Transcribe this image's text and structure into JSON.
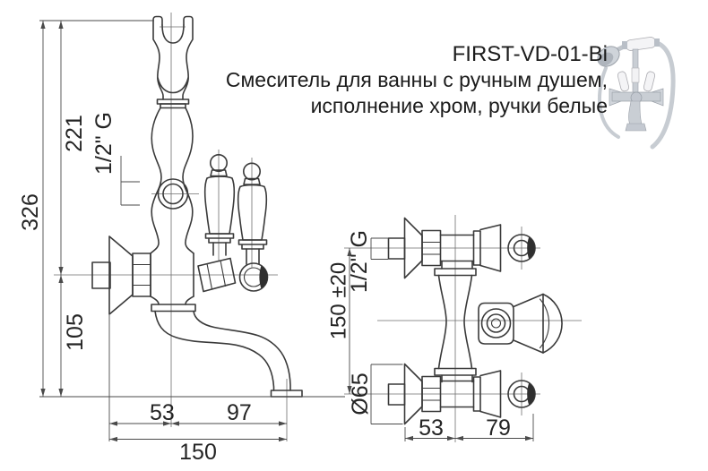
{
  "header": {
    "model": "FIRST-VD-01-Bi",
    "description_line1": "Смеситель для ванны с ручным душем,",
    "description_line2": "исполнение хром, ручки белые"
  },
  "side_view": {
    "dims": {
      "total_height": "326",
      "upper_height": "221",
      "lower_height": "105",
      "thread": "1/2\" G",
      "wall_to_body": "53",
      "body_to_spout": "97",
      "total_depth": "150"
    }
  },
  "top_view": {
    "dims": {
      "inlet_spacing": "150 ±20",
      "thread": "1/2\" G",
      "flange_diameter": "Ø65",
      "wall_to_body": "53",
      "body_to_handle": "79"
    }
  },
  "colors": {
    "line": "#3a3a3a",
    "dimension_line": "#4a4a4a",
    "text": "#1c1c1c",
    "background": "#ffffff"
  }
}
